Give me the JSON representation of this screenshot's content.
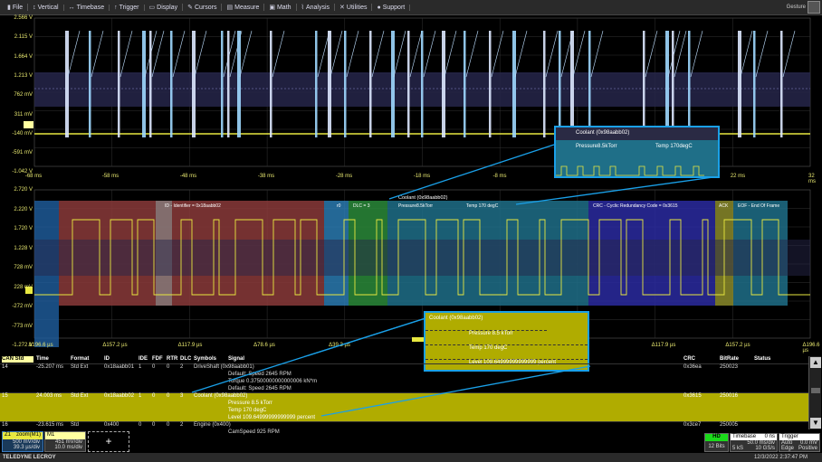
{
  "menu": [
    {
      "icon": "file-icon",
      "label": "File"
    },
    {
      "icon": "vertical-icon",
      "label": "Vertical"
    },
    {
      "icon": "timebase-icon",
      "label": "Timebase"
    },
    {
      "icon": "trigger-icon",
      "label": "Trigger"
    },
    {
      "icon": "display-icon",
      "label": "Display"
    },
    {
      "icon": "cursors-icon",
      "label": "Cursors"
    },
    {
      "icon": "measure-icon",
      "label": "Measure"
    },
    {
      "icon": "math-icon",
      "label": "Math"
    },
    {
      "icon": "analysis-icon",
      "label": "Analysis"
    },
    {
      "icon": "utilities-icon",
      "label": "Utilities"
    },
    {
      "icon": "support-icon",
      "label": "Support"
    }
  ],
  "gesture": "Gesture",
  "upper": {
    "trace_label": "M1",
    "y_labels": [
      "2.566 V",
      "2.115 V",
      "1.664 V",
      "1.213 V",
      "762 mV",
      "311 mV",
      "-140 mV",
      "-591 mV",
      "-1.042 V"
    ],
    "x_labels": [
      "-68 ms",
      "-58 ms",
      "-48 ms",
      "-38 ms",
      "-28 ms",
      "-18 ms",
      "-8 ms",
      "22 ms",
      "32 ms"
    ],
    "inset": {
      "title": "Coolant (0x98aabb02)",
      "fields": [
        "Pressure8.5kTorr",
        "Temp 170degC"
      ]
    }
  },
  "lower": {
    "trace_label": "Z1",
    "y_labels": [
      "2.720 V",
      "2.220 V",
      "1.720 V",
      "1.228 V",
      "728 mV",
      "228 mV",
      "-272 mV",
      "-773 mV",
      "-1.272 V"
    ],
    "x_labels": [
      "Δ196.6 µs",
      "Δ157.2 µs",
      "Δ117.9 µs",
      "Δ78.6 µs",
      "Δ39.3 µs",
      "Δ117.9 µs",
      "Δ157.2 µs",
      "Δ196.6 µs"
    ],
    "frame_title": "Coolant (0x98aabb02)",
    "segments": [
      "ID - Identifier = 0x18aabb02",
      "r0",
      "DLC = 3",
      "Pressure8.5kTorr",
      "Temp 170 degC",
      "CRC - Cyclic Redundancy Code = 0x3615",
      "ACK",
      "EOF - End Of Frame"
    ],
    "callout": [
      "Coolant (0x98aabb02)",
      "Pressure 8.5 kTorr",
      "Temp 170 degC",
      "Level 109.64999999999999 percent"
    ]
  },
  "table": {
    "headers": [
      "CAN Std",
      "Time",
      "Format",
      "ID",
      "IDE",
      "FDF",
      "RTR",
      "DLC",
      "Symbols",
      "Signal",
      "CRC",
      "BitRate",
      "Status"
    ],
    "rows": [
      {
        "idx": "14",
        "time": "-25.207 ms",
        "format": "Std Ext",
        "id": "0x18aabb01",
        "ide": "1",
        "fdf": "0",
        "rtr": "0",
        "dlc": "2",
        "symbols": "DriveShaft (0x98aabb01)",
        "crc": "0x36ea",
        "bitrate": "250023",
        "signals": [
          "Default: Speed 2645 RPM",
          "Torque 0.37500000000000006 kN*m",
          "Default: Speed 2645 RPM"
        ],
        "selected": false
      },
      {
        "idx": "15",
        "time": "24.003 ms",
        "format": "Std Ext",
        "id": "0x18aabb02",
        "ide": "1",
        "fdf": "0",
        "rtr": "0",
        "dlc": "3",
        "symbols": "Coolant (0x98aabb02)",
        "crc": "0x3615",
        "bitrate": "250016",
        "signals": [
          "Pressure 8.5 kTorr",
          "Temp 170 degC",
          "Level 109.64999999999999 percent"
        ],
        "selected": true
      },
      {
        "idx": "16",
        "time": "-23.615 ms",
        "format": "Std",
        "id": "0x400",
        "ide": "0",
        "fdf": "0",
        "rtr": "0",
        "dlc": "2",
        "symbols": "Engine (0x400)",
        "crc": "0x3ce7",
        "bitrate": "250005",
        "signals": [
          "CamSpeed 925 RPM"
        ],
        "selected": false
      }
    ]
  },
  "descriptors": {
    "z1": {
      "name": "Z1",
      "label": "zoom(M1)",
      "vdiv": "500 mV/div",
      "tdiv": "39.3 µs/div"
    },
    "m1": {
      "name": "M1",
      "vdiv": "451 mV/div",
      "tdiv": "10.0 ms/div"
    },
    "add": "+"
  },
  "status": {
    "hd": "HD",
    "bits": "12 Bits",
    "timebase_label": "Timebase",
    "timebase_delay": "0 ns",
    "sample_rate": "50.0 ms/div",
    "samples": "5 kS",
    "rate": "10 GS/s",
    "trigger_label": "Trigger",
    "trigger_mode": "Auto",
    "trigger_level": "0.0 mV",
    "trigger_type": "Edge",
    "trigger_slope": "Positive"
  },
  "brand": "TELEDYNE LECROY",
  "datetime": "12/3/2022 2:37:47 PM",
  "colors": {
    "trace": "#e8e840",
    "highlight": "#b0ac00",
    "callout_border": "#1aa0e8",
    "id_field": "#8a3a3a",
    "crc_field": "#2a2aa0",
    "data_field": "#1f6f88",
    "dlc_field": "#2a8a3a"
  }
}
